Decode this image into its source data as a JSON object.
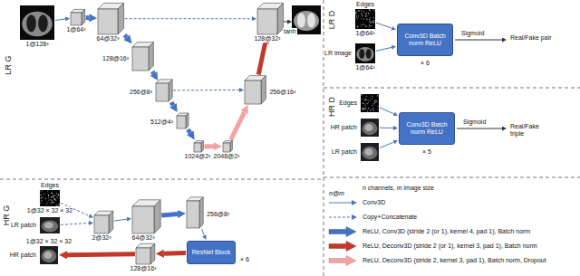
{
  "diagram": {
    "nodes": [
      {
        "text": [
          "1@128³"
        ]
      },
      {
        "text": [
          "1@64³"
        ]
      },
      {
        "text": [
          "64@32³"
        ]
      },
      {
        "text": [
          "128@16³"
        ]
      },
      {
        "text": [
          "256@8³"
        ]
      },
      {
        "text": [
          "512@4³"
        ]
      },
      {
        "text": [
          "1024@2³"
        ]
      },
      {
        "text": [
          "2048@2³"
        ]
      },
      {
        "text": [
          "256@16³"
        ]
      },
      {
        "text": [
          "128@32³"
        ]
      },
      {
        "text": [
          "Edges",
          "1@64³"
        ]
      },
      {
        "text": [
          "LR image",
          "1@64³"
        ]
      },
      {
        "text": [
          "Conv3D Batch norm ReLU"
        ]
      },
      {
        "text": [
          "Edges"
        ]
      },
      {
        "text": [
          "HR patch"
        ]
      },
      {
        "text": [
          "LR patch"
        ]
      },
      {
        "text": [
          "Conv3D Batch norm ReLU"
        ]
      },
      {
        "text": [
          "Edges",
          "1@32 × 32 × 32"
        ]
      },
      {
        "text": [
          "LR patch"
        ]
      },
      {
        "text": [
          "2@32³"
        ]
      },
      {
        "text": [
          "64@32³"
        ]
      },
      {
        "text": [
          "256@8³"
        ]
      },
      {
        "text": [
          "ResNet Block"
        ]
      },
      {
        "text": [
          "128@16³"
        ]
      },
      {
        "text": [
          "1@32 × 32 × 32",
          "HR patch"
        ]
      }
    ],
    "edges": [
      {
        "from": 0,
        "to": 1,
        "arrow": "to"
      },
      {
        "from": 1,
        "to": 2,
        "arrow": "to"
      },
      {
        "from": 2,
        "to": 3,
        "arrow": "to"
      },
      {
        "from": 3,
        "to": 4,
        "arrow": "to"
      },
      {
        "from": 4,
        "to": 5,
        "arrow": "to"
      },
      {
        "from": 5,
        "to": 6,
        "arrow": "to"
      },
      {
        "from": 6,
        "to": 7,
        "arrow": "to"
      },
      {
        "from": 7,
        "to": 8,
        "arrow": "to"
      },
      {
        "from": 8,
        "to": 9,
        "arrow": "to"
      },
      {
        "from": 2,
        "to": 9,
        "arrow": "to"
      },
      {
        "from": 4,
        "to": 8,
        "arrow": "to"
      },
      {
        "from": 10,
        "to": 12,
        "arrow": "to"
      },
      {
        "from": 11,
        "to": 12,
        "arrow": "to"
      },
      {
        "from": 13,
        "to": 16,
        "arrow": "to"
      },
      {
        "from": 14,
        "to": 16,
        "arrow": "to"
      },
      {
        "from": 15,
        "to": 16,
        "arrow": "to"
      },
      {
        "from": 17,
        "to": 19,
        "arrow": "to"
      },
      {
        "from": 18,
        "to": 19,
        "arrow": "to"
      },
      {
        "from": 19,
        "to": 20,
        "arrow": "to"
      },
      {
        "from": 20,
        "to": 21,
        "arrow": "to"
      },
      {
        "from": 21,
        "to": 22,
        "arrow": "to"
      },
      {
        "from": 22,
        "to": 23,
        "arrow": "to"
      },
      {
        "from": 23,
        "to": 24,
        "arrow": "to"
      }
    ],
    "labels": [
      "LR G",
      "tanh",
      "HR G",
      "× 6",
      "LR D",
      "Sigmoid",
      "Real/Fake pair",
      "× 6",
      "HR D",
      "Sigmoid",
      "Real/Fake triple",
      "× 5",
      "n@m"
    ],
    "legend": [
      {
        "text": "n channels, m image size"
      },
      {
        "text": "Conv3D"
      },
      {
        "text": "Copy+Concatenate"
      },
      {
        "text": "ReLU, Conv3D (stride 2 (or 1), kernel 4, pad 1), Batch norm",
        "color": "#4472c4"
      },
      {
        "text": "ReLU, Deconv3D (stride 2 (or 1), kernel 3, pad 1), Batch norm",
        "color": "#c0392b"
      },
      {
        "text": "ReLU, Deconv3D (stride 2, kernel 3, pad 1), Batch norm, Dropout",
        "color": "#f2a3a3"
      }
    ]
  }
}
